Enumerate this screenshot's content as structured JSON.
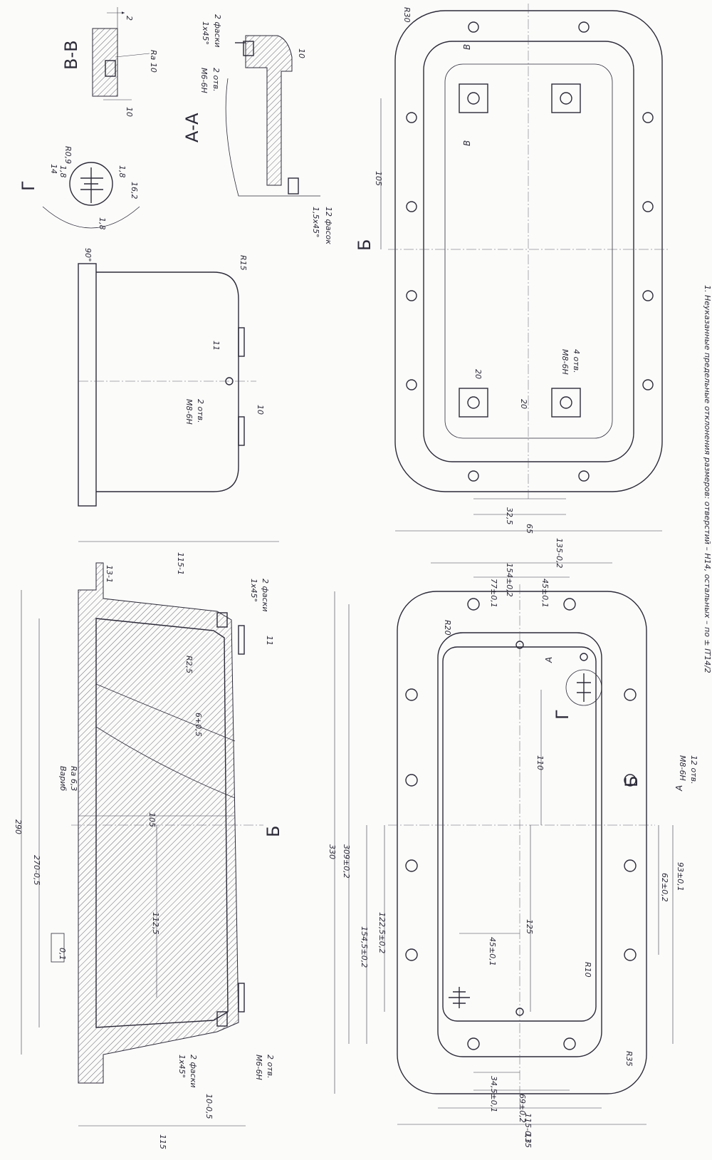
{
  "section_labels": {
    "vv": "В-В",
    "g": "Г",
    "aa": "А-А",
    "b_top": "Б",
    "b_bottom": "Б",
    "b_arrow": "Б",
    "v_top": "В",
    "v_bottom": "В",
    "a_top": "А",
    "a_bottom": "А",
    "g_callout": "Г"
  },
  "detail_vv": {
    "dim_2": "2",
    "ra": "Ra 10",
    "dim_10": "10"
  },
  "detail_g": {
    "r09": "R0,9",
    "d14": "14",
    "d18a": "1,8",
    "d18b": "1,8",
    "d162": "16,2",
    "d18c": "1,8",
    "angle": "90°"
  },
  "detail_aa": {
    "chamfer_top": "1x45°",
    "chamfer_top_count": "2 фаски",
    "thread": "М6-6Н",
    "thread_count": "2 отв.",
    "d10": "10",
    "chamfer_bot": "1,5x45°",
    "chamfer_bot_count": "12 фасок"
  },
  "side_view": {
    "r15": "R15",
    "d11": "11",
    "d10": "10",
    "thread": "М8-6Н",
    "thread_count": "2 отв.",
    "d115": "115-1"
  },
  "plan_top": {
    "r30": "R30",
    "d105": "105",
    "d20a": "20",
    "d20b": "20",
    "thread": "М8-6Н",
    "thread_count": "4 отв.",
    "d325": "32,5",
    "d65": "65",
    "d135": "135-0,2"
  },
  "section_main": {
    "d13": "13-1",
    "chamfer": "1x45°",
    "chamfer_count": "2 фаски",
    "d11": "11",
    "r25": "R2,5",
    "d6": "6+0,5",
    "note_a": "Вариб",
    "note_ra": "Ra 6,3",
    "d105": "105",
    "d290": "290",
    "d270": "270-0,5",
    "d1125": "112,5",
    "flatness": "0,1",
    "chamfer2": "1x45°",
    "chamfer2_count": "2 фаски",
    "d10": "10-0,5",
    "thread": "М6-6Н",
    "thread_count": "2 отв.",
    "d115": "115"
  },
  "plan_bottom": {
    "d154": "154±0,2",
    "d77": "77±0,1",
    "d45": "45±0,1",
    "r20": "R20",
    "d110": "110",
    "thread": "М8-6Н",
    "thread_count": "12 отв.",
    "d330": "330",
    "d309": "309±0,2",
    "d1545": "154,5±0,2",
    "d1225": "122,5±0,2",
    "d45b": "45±0,1",
    "d125": "125",
    "r10": "R10",
    "d62": "62±0,2",
    "d93": "93±0,1",
    "d345": "34,5±0,1",
    "d69": "69±0,2",
    "r35": "R35",
    "d115a": "115-0,3",
    "d115b": "115"
  },
  "note": "1. Неуказанные предельные отклонения размеров: отверстий – Н14, остальных – по ± IT14/2"
}
